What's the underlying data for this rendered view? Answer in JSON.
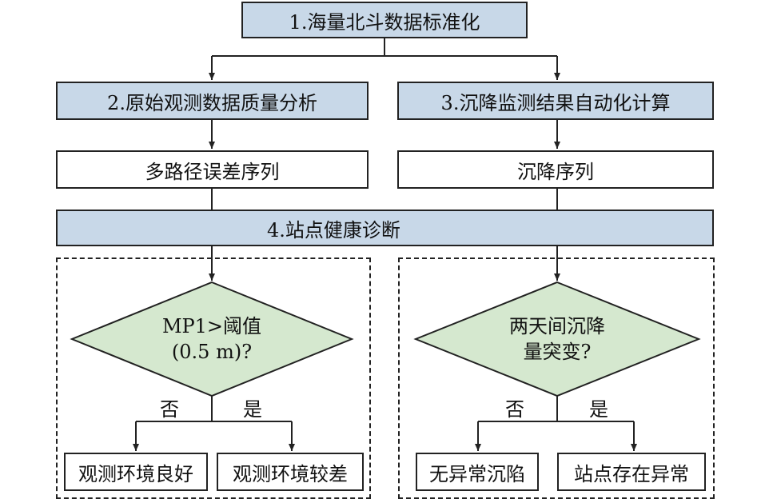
{
  "steps": {
    "s1": "1.海量北斗数据标准化",
    "s2": "2.原始观测数据质量分析",
    "s3": "3.沉降监测结果自动化计算",
    "s4": "4.站点健康诊断"
  },
  "outputs": {
    "multipath": "多路径误差序列",
    "settlement": "沉降序列"
  },
  "left_decision": {
    "line1": "MP1>阈值",
    "line2": "(0.5 m)?",
    "no": "否",
    "yes": "是",
    "result_no": "观测环境良好",
    "result_yes": "观测环境较差"
  },
  "right_decision": {
    "line1": "两天间沉降",
    "line2": "量突变?",
    "no": "否",
    "yes": "是",
    "result_no": "无异常沉陷",
    "result_yes": "站点存在异常"
  },
  "colors": {
    "process_fill": "#c8d8e8",
    "decision_fill": "#d5e8cf",
    "stroke": "#222222"
  }
}
